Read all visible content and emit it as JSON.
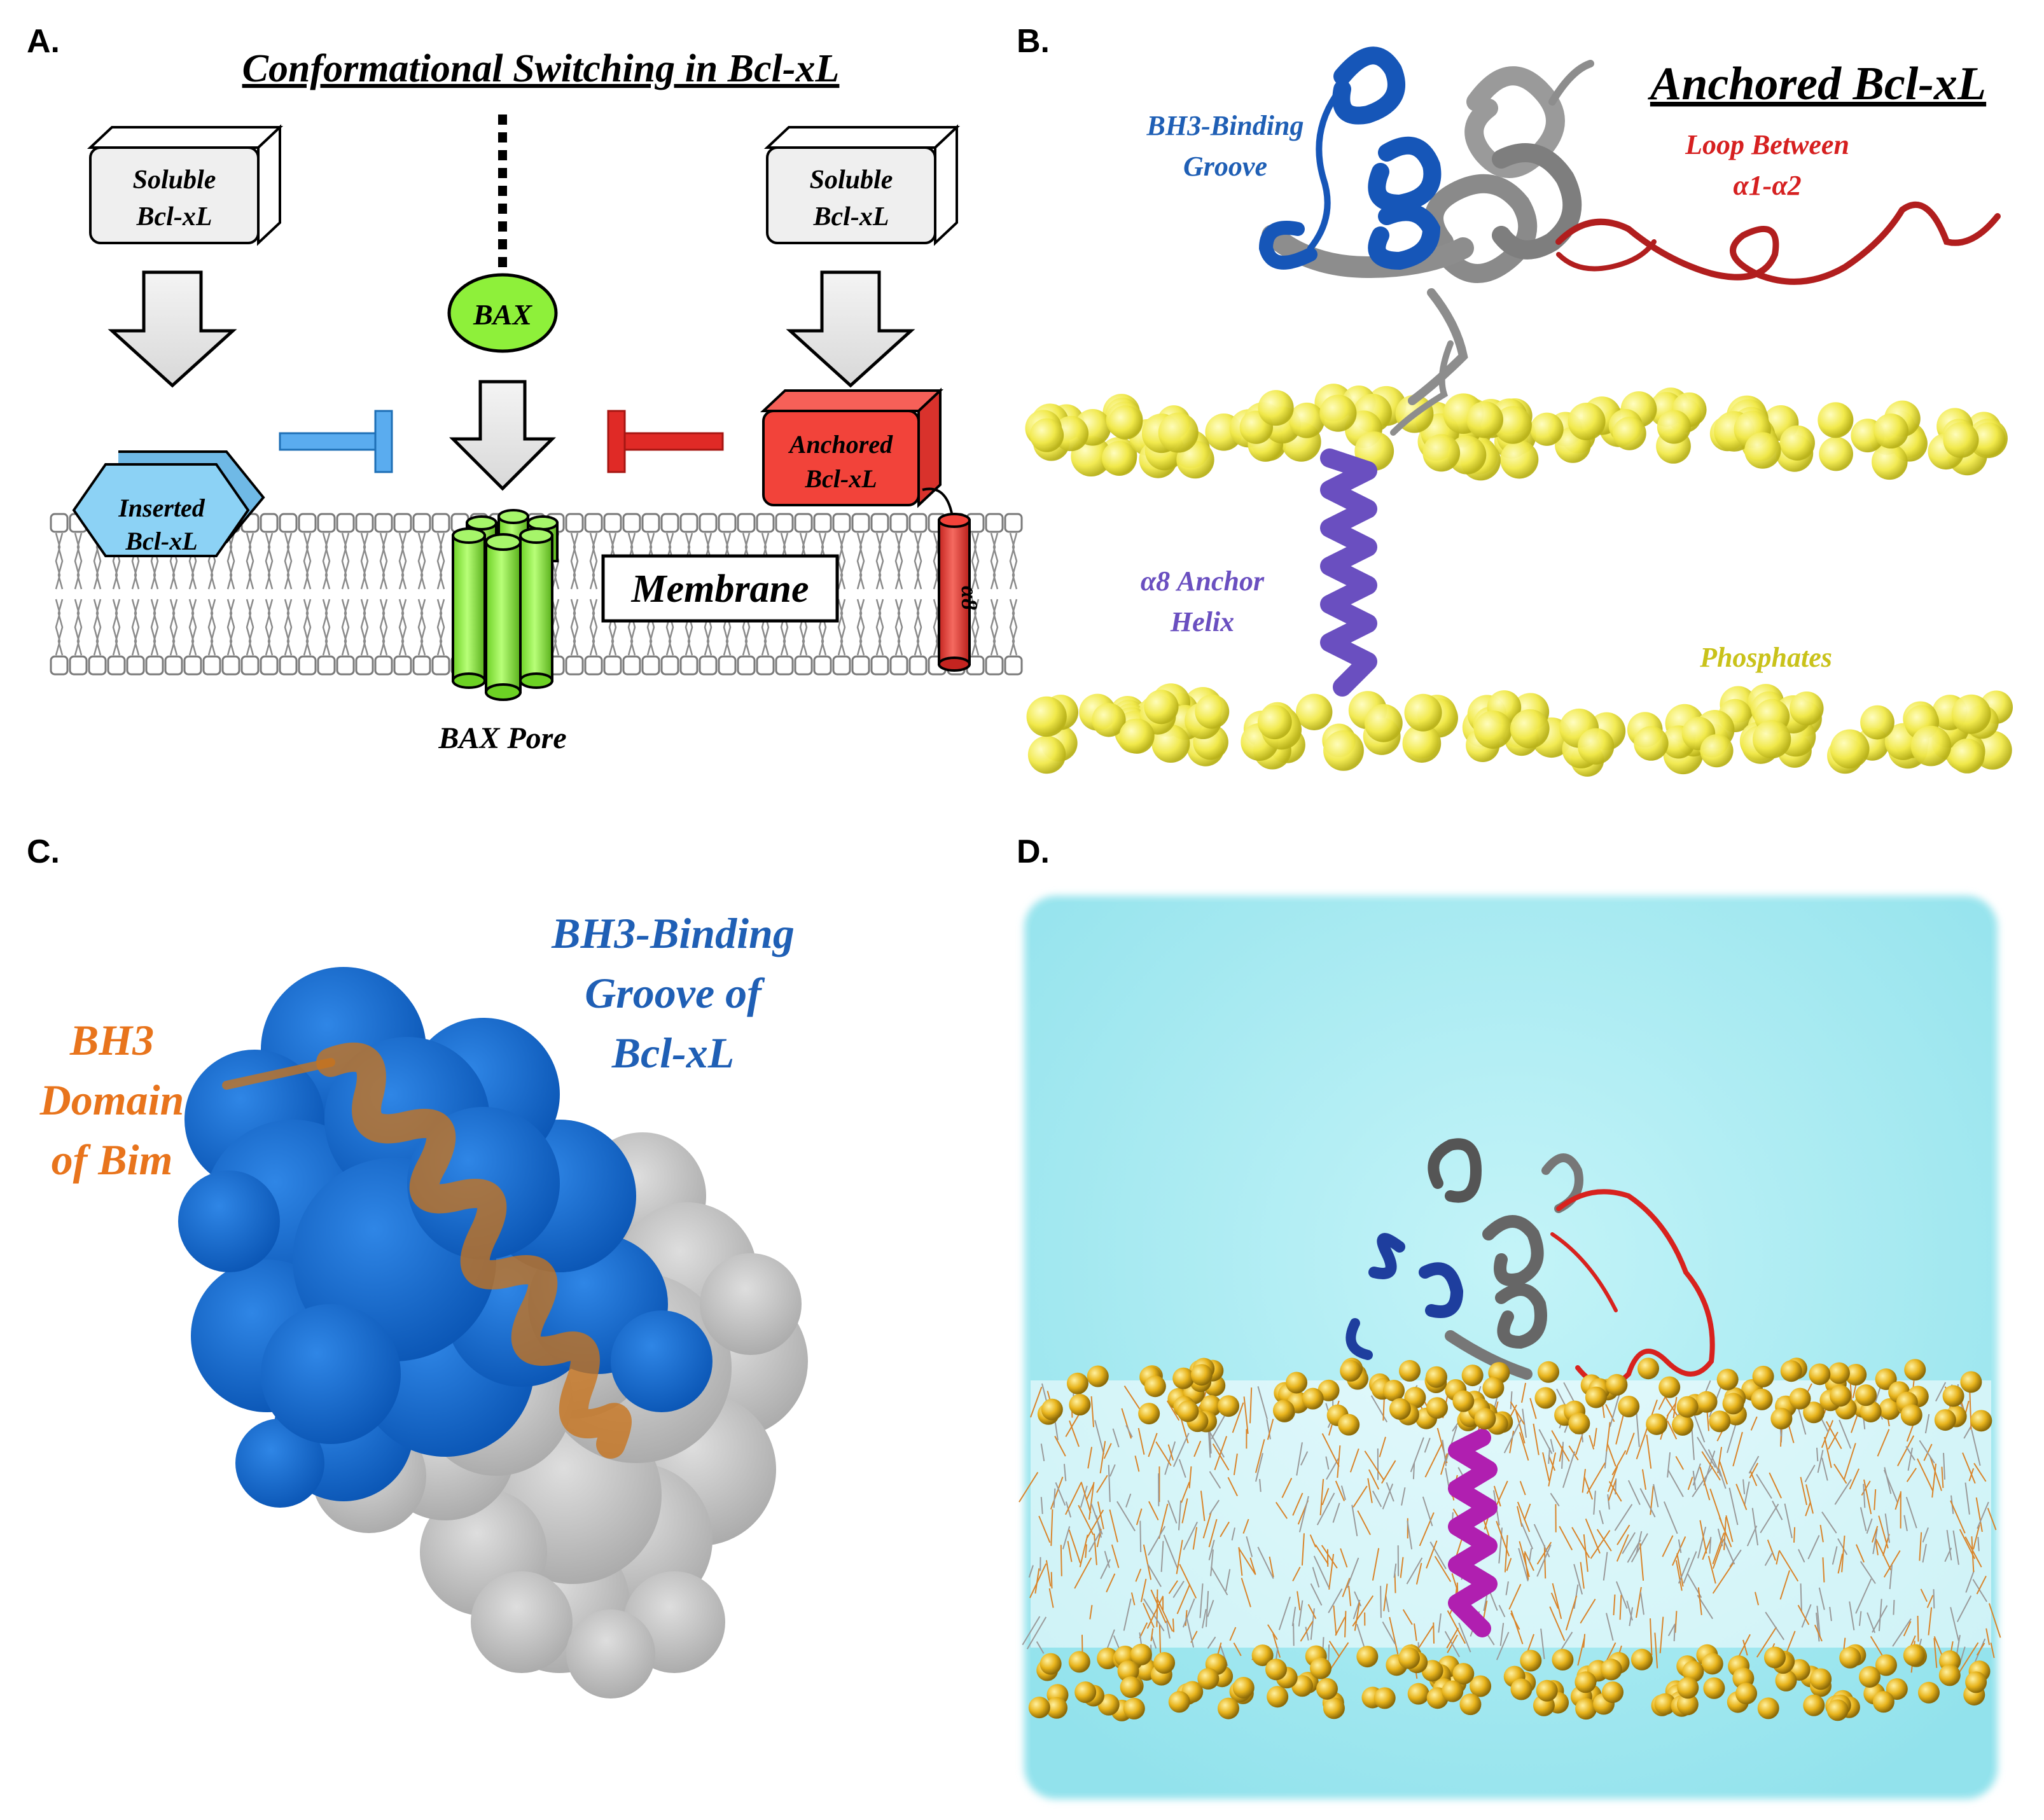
{
  "panels": {
    "a": {
      "label": "A.",
      "title": "Conformational Switching in Bcl-xL",
      "soluble_left": [
        "Soluble",
        "Bcl-xL"
      ],
      "soluble_right": [
        "Soluble",
        "Bcl-xL"
      ],
      "bax": "BAX",
      "inserted": [
        "Inserted",
        "Bcl-xL"
      ],
      "anchored": [
        "Anchored",
        "Bcl-xL"
      ],
      "alpha8": "α8",
      "membrane": "Membrane",
      "bax_pore": "BAX Pore"
    },
    "b": {
      "label": "B.",
      "title": "Anchored Bcl-xL",
      "groove": [
        "BH3-Binding",
        "Groove"
      ],
      "loop": [
        "Loop Between",
        "α1-α2"
      ],
      "anchor": [
        "α8 Anchor",
        "Helix"
      ],
      "phosphates": "Phosphates"
    },
    "c": {
      "label": "C.",
      "groove": [
        "BH3-Binding",
        "Groove of",
        "Bcl-xL"
      ],
      "bh3": [
        "BH3",
        "Domain",
        "of Bim"
      ]
    },
    "d": {
      "label": "D."
    }
  },
  "colors": {
    "blue_label": "#1f5fb5",
    "red_label": "#d62020",
    "purple_label": "#6a4fc0",
    "yellow_label": "#c9c21a",
    "orange_label": "#e8741c",
    "bax_green": "#8ef03a",
    "inserted_blue": "#8cd2f5",
    "anchored_red": "#f2433a",
    "water_cyan": "#a6ecf2",
    "phosphate_yellow": "#f0e84a"
  }
}
